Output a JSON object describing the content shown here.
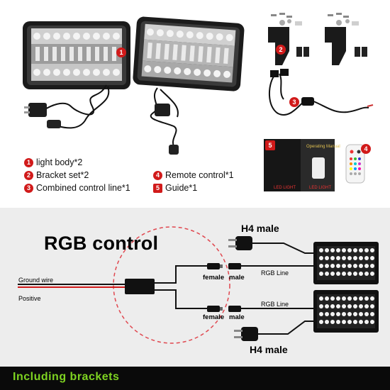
{
  "legend": {
    "items": [
      {
        "num": "1",
        "label": "light body*2"
      },
      {
        "num": "2",
        "label": "Bracket set*2"
      },
      {
        "num": "3",
        "label": "Combined control line*1"
      },
      {
        "num": "4",
        "label": "Remote control*1"
      },
      {
        "num": "5",
        "label": "Guide*1"
      }
    ]
  },
  "photo_badges": [
    "1",
    "2",
    "3",
    "4",
    "5"
  ],
  "manual": {
    "title": "Operating Manual",
    "brand_left": "LED LIGHT",
    "brand_right": "LED LIGHT"
  },
  "diagram": {
    "title": "RGB control",
    "ground_wire": "Ground wire",
    "positive": "Positive",
    "female_top": "female",
    "male_top": "male",
    "female_bottom": "female",
    "male_bottom": "male",
    "rgb_line_top": "RGB Line",
    "rgb_line_bottom": "RGB Line",
    "h4_top": "H4 male",
    "h4_bottom": "H4 male"
  },
  "footer": {
    "text": "Including brackets"
  },
  "colors": {
    "badge_red": "#d11a1a",
    "footer_green": "#7ed321",
    "footer_bg": "#0a0a0a",
    "diagram_bg": "#ededed",
    "dashed_circle": "#e0474f"
  }
}
